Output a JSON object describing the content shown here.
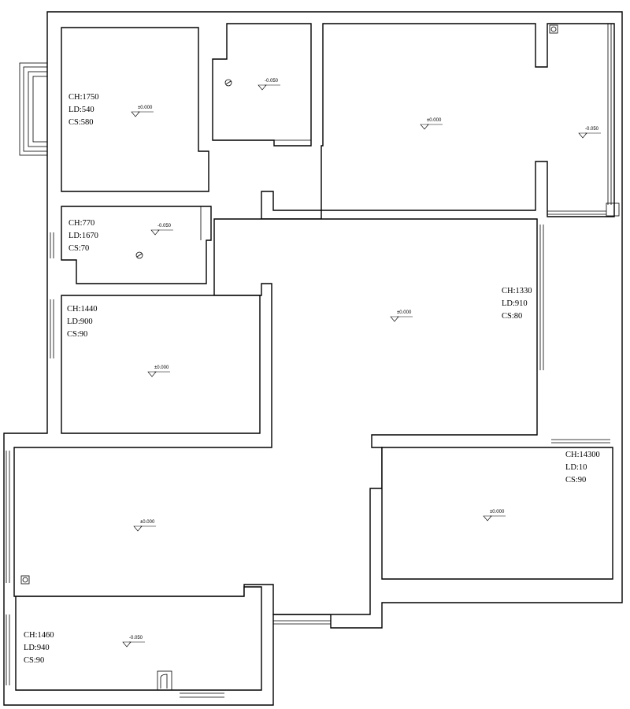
{
  "rooms": {
    "master_bedroom": {
      "ch": "CH:1750",
      "ld": "LD:540",
      "cs": "CS:580",
      "level": "±0.000"
    },
    "upper_bath": {
      "level": "-0.050"
    },
    "kitchen": {
      "level": "±0.000"
    },
    "balcony_right": {
      "level": "-0.050"
    },
    "middle_bath": {
      "ch": "CH:770",
      "ld": "LD:1670",
      "cs": "CS:70",
      "level": "-0.050"
    },
    "living": {
      "ch": "CH:1330",
      "ld": "LD:910",
      "cs": "CS:80",
      "level": "±0.000"
    },
    "bedroom_left": {
      "ch": "CH:1440",
      "ld": "LD:900",
      "cs": "CS:90",
      "level": "±0.000"
    },
    "bedroom_right": {
      "ch": "CH:14300",
      "ld": "LD:10",
      "cs": "CS:90",
      "level": "±0.000"
    },
    "lower_left_room": {
      "level": "±0.000"
    },
    "balcony_bottom": {
      "ch": "CH:1460",
      "ld": "LD:940",
      "cs": "CS:90",
      "level": "-0.050"
    }
  }
}
